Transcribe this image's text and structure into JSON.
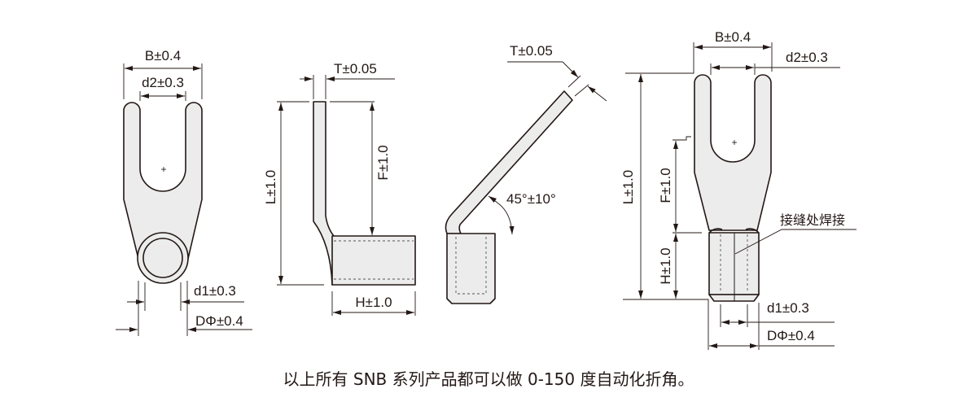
{
  "views": {
    "front_round": {
      "b": "B±0.4",
      "d2": "d2±0.3",
      "d1": "d1±0.3",
      "dphi": "DΦ±0.4"
    },
    "side": {
      "t": "T±0.05",
      "l": "L±1.0",
      "f": "F±1.0",
      "h": "H±1.0"
    },
    "bent": {
      "t": "T±0.05",
      "angle": "45°±10°"
    },
    "front_seam": {
      "b": "B±0.4",
      "d2": "d2±0.3",
      "l": "L±1.0",
      "f": "F±1.0",
      "h": "H±1.0",
      "d1": "d1±0.3",
      "dphi": "DΦ±0.4",
      "weld_note": "接缝处焊接"
    }
  },
  "caption": "以上所有 SNB 系列产品都可以做 0-150 度自动化折角。"
}
